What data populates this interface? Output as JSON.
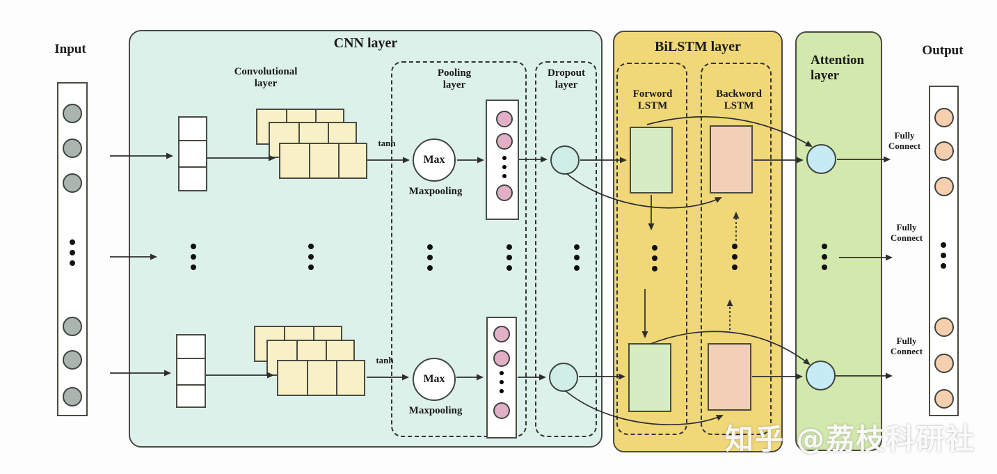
{
  "colors": {
    "cnn_bg": "#ddf1eb",
    "bilstm_bg": "#f0d878",
    "attention_bg": "#d3e8ad",
    "panel_border": "#4a4a42",
    "feature_map": "#f8f1c7",
    "forward_cell": "#d6edc4",
    "backward_cell": "#f2cfb6",
    "pooled_neuron": "#e2b0c6",
    "dropout_node": "#cfeee8",
    "attention_node": "#c6ebf4",
    "output_neuron": "#f6cfae",
    "input_neuron": "#abb5af",
    "line": "#2e2e2e"
  },
  "labels": {
    "input": "Input",
    "output": "Output",
    "cnn_title": "CNN layer",
    "conv_line1": "Convolutional",
    "conv_line2": "layer",
    "pooling_line1": "Pooling",
    "pooling_line2": "layer",
    "dropout_line1": "Dropout",
    "dropout_line2": "layer",
    "tanh": "tanh",
    "max": "Max",
    "maxpooling": "Maxpooling",
    "bilstm_title": "BiLSTM layer",
    "forward_line1": "Forword",
    "forward_line2": "LSTM",
    "backward_line1": "Backword",
    "backward_line2": "LSTM",
    "attention_line1": "Attention",
    "attention_line2": "layer",
    "fully_line1": "Fully",
    "fully_line2": "Connect"
  },
  "watermark": "知乎 @荔枝科研社"
}
